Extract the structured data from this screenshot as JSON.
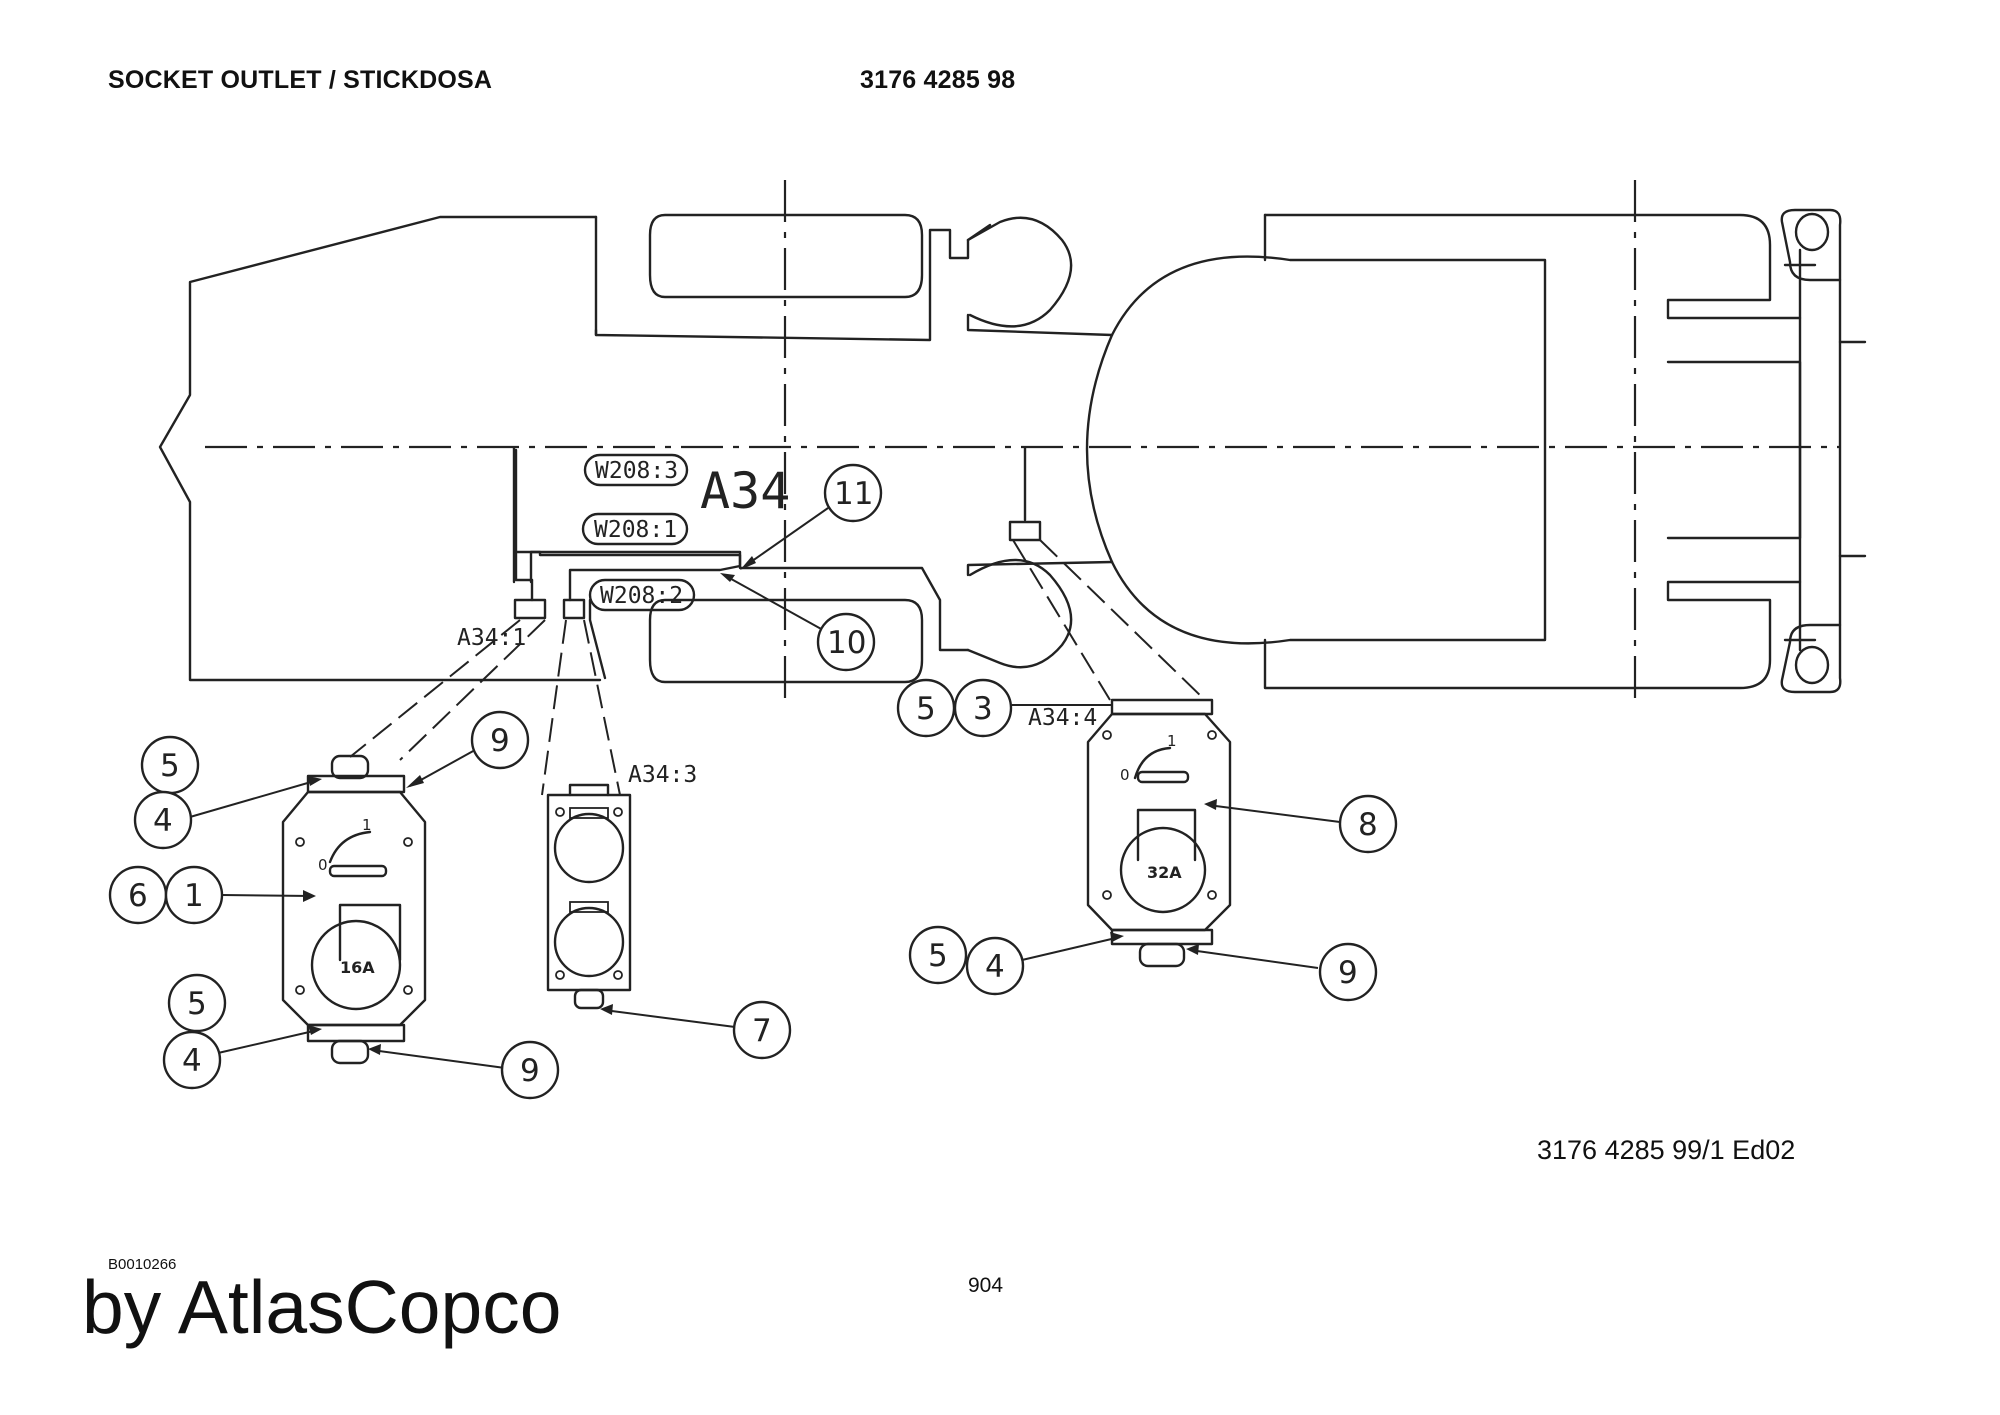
{
  "header": {
    "title": "SOCKET OUTLET / STICKDOSA",
    "part_number": "3176 4285 98"
  },
  "diagram": {
    "module_label": "A34",
    "wire_tags": [
      "W208:3",
      "W208:1",
      "W208:2"
    ],
    "connector_labels": [
      "A34:1",
      "A34:3",
      "A34:4"
    ],
    "ratings": [
      "16A",
      "32A"
    ],
    "switch_marks": [
      "0",
      "1"
    ],
    "callouts": [
      "1",
      "3",
      "4",
      "5",
      "6",
      "7",
      "8",
      "9",
      "10",
      "11"
    ]
  },
  "footer": {
    "reference": "3176 4285 99/1  Ed02",
    "drawing_code": "B0010266",
    "page_number": "904",
    "brand": "by AtlasCopco"
  }
}
